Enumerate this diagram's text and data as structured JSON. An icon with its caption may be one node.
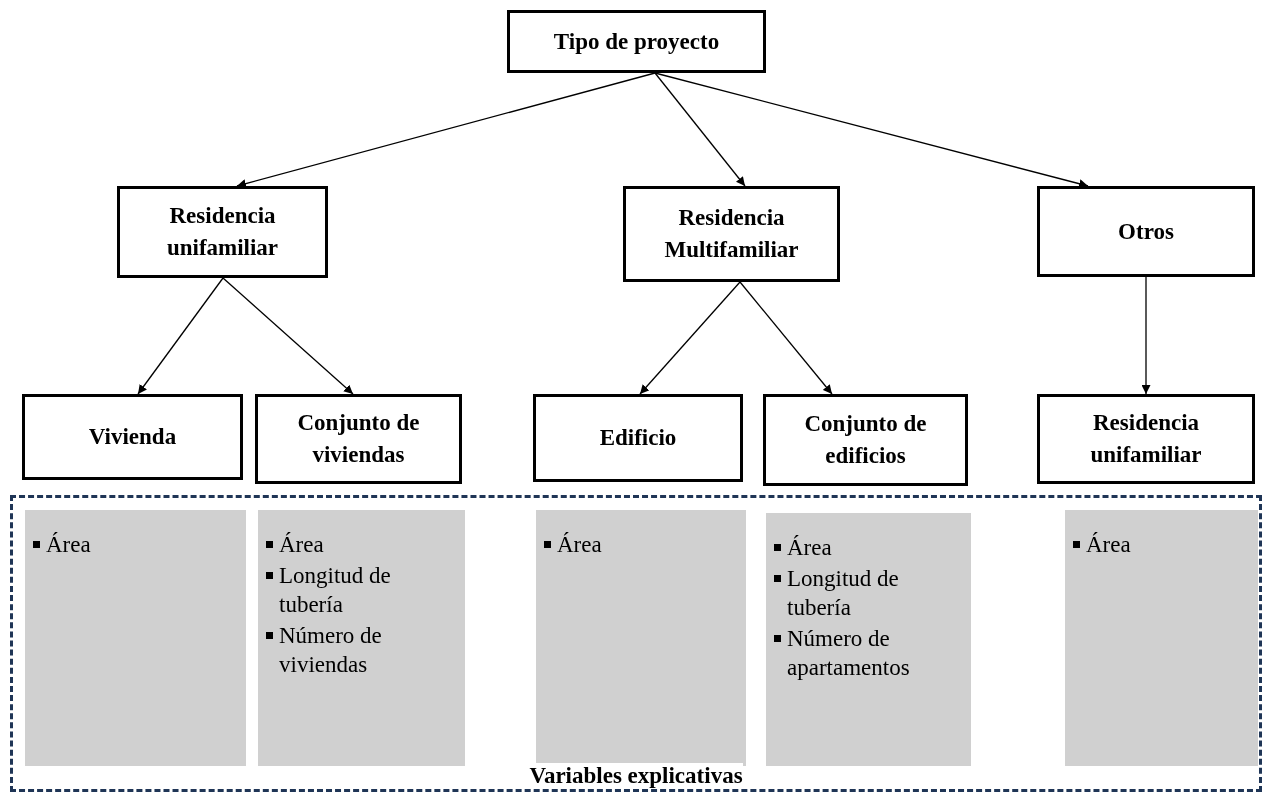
{
  "diagram": {
    "nodes": [
      {
        "text": [
          "Tipo de proyecto"
        ]
      },
      {
        "text": [
          "Residencia unifamiliar"
        ]
      },
      {
        "text": [
          "Residencia Multifamiliar"
        ]
      },
      {
        "text": [
          "Otros"
        ]
      },
      {
        "text": [
          "Vivienda"
        ]
      },
      {
        "text": [
          "Conjunto de viviendas"
        ]
      },
      {
        "text": [
          "Edificio"
        ]
      },
      {
        "text": [
          "Conjunto de edificios"
        ]
      },
      {
        "text": [
          "Residencia unifamiliar"
        ]
      },
      {
        "text": [
          "Variables explicativas"
        ]
      },
      {
        "text": [
          "Área"
        ],
        "in": 9
      },
      {
        "text": [
          "Área",
          "Longitud de tubería",
          "Número de viviendas"
        ],
        "in": 9
      },
      {
        "text": [
          "Área"
        ],
        "in": 9
      },
      {
        "text": [
          "Área",
          "Longitud de tubería",
          "Número de apartamentos"
        ],
        "in": 9
      },
      {
        "text": [
          "Área"
        ],
        "in": 9
      }
    ],
    "edges": [
      {
        "from": 0,
        "to": 1,
        "arrow": "to"
      },
      {
        "from": 0,
        "to": 2,
        "arrow": "to"
      },
      {
        "from": 0,
        "to": 3,
        "arrow": "to"
      },
      {
        "from": 1,
        "to": 4,
        "arrow": "to"
      },
      {
        "from": 1,
        "to": 5,
        "arrow": "to"
      },
      {
        "from": 2,
        "to": 6,
        "arrow": "to"
      },
      {
        "from": 2,
        "to": 7,
        "arrow": "to"
      },
      {
        "from": 3,
        "to": 8,
        "arrow": "to"
      }
    ]
  }
}
